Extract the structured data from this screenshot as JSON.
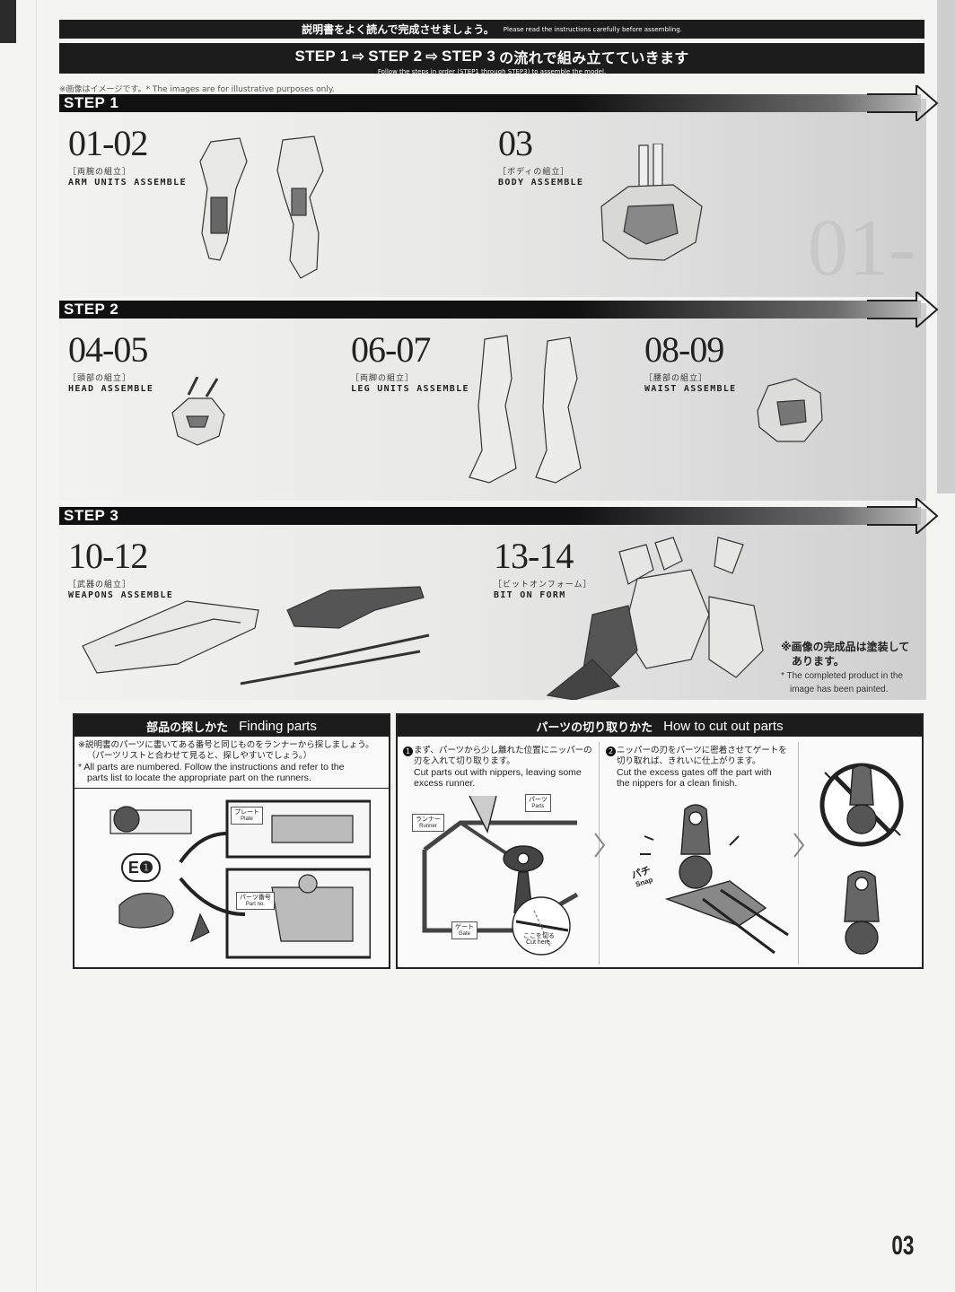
{
  "header": {
    "instruction_jp": "説明書をよく読んで完成させましょう。",
    "instruction_en": "Please read the instructions carefully before assembling.",
    "flow": {
      "step1": "STEP 1",
      "step2": "STEP 2",
      "step3": "STEP 3",
      "tail_jp": "の流れで組み立てていきます",
      "sub_en": "Follow the steps in order (STEP1 through STEP3) to assemble the model."
    },
    "image_note": "※画像はイメージです。* The images are for illustrative purposes only."
  },
  "steps": [
    {
      "label": "STEP 1",
      "items": [
        {
          "number": "01-02",
          "jp": "［両腕の組立］",
          "en": "ARM UNITS ASSEMBLE"
        },
        {
          "number": "03",
          "jp": "［ボディの組立］",
          "en": "BODY ASSEMBLE"
        }
      ]
    },
    {
      "label": "STEP 2",
      "items": [
        {
          "number": "04-05",
          "jp": "［頭部の組立］",
          "en": "HEAD ASSEMBLE"
        },
        {
          "number": "06-07",
          "jp": "［両脚の組立］",
          "en": "LEG UNITS ASSEMBLE"
        },
        {
          "number": "08-09",
          "jp": "［腰部の組立］",
          "en": "WAIST ASSEMBLE"
        }
      ]
    },
    {
      "label": "STEP 3",
      "items": [
        {
          "number": "10-12",
          "jp": "［武器の組立］",
          "en": "WEAPONS ASSEMBLE"
        },
        {
          "number": "13-14",
          "jp": "［ビットオンフォーム］",
          "en": "BIT ON FORM"
        }
      ]
    }
  ],
  "paint_note": {
    "jp_line1": "※画像の完成品は塗装して",
    "jp_line2": "あります。",
    "en_line1": "* The completed product in the",
    "en_line2": "image has been painted."
  },
  "finding": {
    "title_jp": "部品の探しかた",
    "title_en": "Finding parts",
    "jp_line1": "※説明書のパーツに書いてある番号と同じものをランナーから探しましょう。",
    "jp_line2": "（パーツリストと合わせて見ると、探しやすいでしょう。）",
    "en_line1": "* All parts are numbered. Follow the instructions and refer to the",
    "en_line2": "parts list to locate the appropriate part on the runners.",
    "part_code": "E❶",
    "plate_jp": "プレート",
    "plate_en": "Plate",
    "partno_jp": "パーツ番号",
    "partno_en": "Part no."
  },
  "cutting": {
    "title_jp": "パーツの切り取りかた",
    "title_en": "How to cut out parts",
    "step1_num": "1",
    "step1_jp_line1": "まず、パーツから少し離れた位置にニッパーの",
    "step1_jp_line2": "刃を入れて切り取ります。",
    "step1_en_line1": "Cut parts out with nippers, leaving some",
    "step1_en_line2": "excess runner.",
    "step2_num": "2",
    "step2_jp_line1": "ニッパーの刃をパーツに密着させてゲートを",
    "step2_jp_line2": "切り取れば、きれいに仕上がります。",
    "step2_en_line1": "Cut the excess gates off the part with",
    "step2_en_line2": "the nippers for a clean finish.",
    "parts_jp": "パーツ",
    "parts_en": "Parts",
    "runner_jp": "ランナー",
    "runner_en": "Runner",
    "gate_jp": "ゲート",
    "gate_en": "Gate",
    "cut_jp": "ここを切る",
    "cut_en": "Cut here.",
    "snap_jp": "パチ",
    "snap_en": "Snap"
  },
  "page_number": "03"
}
